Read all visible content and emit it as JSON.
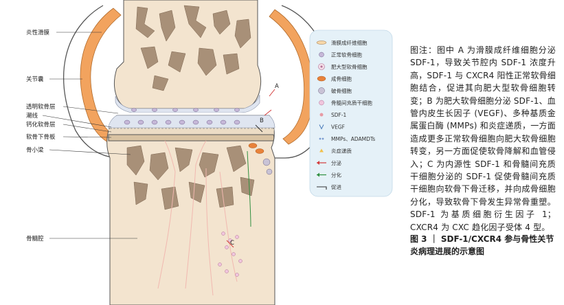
{
  "labels": {
    "synovium": "炎性滑膜",
    "capsule": "关节囊",
    "hyaline": "透明软骨层",
    "tidemark": "潮线",
    "calcified": "钙化软骨层",
    "subchondral": "软骨下骨板",
    "trabecular": "骨小梁",
    "marrow": "骨髓腔"
  },
  "markers": {
    "a": "A",
    "b": "B",
    "c": "C"
  },
  "legend": [
    {
      "label": "滑膜成纤维细胞",
      "icon": "fibroblast-icon"
    },
    {
      "label": "正常软骨细胞",
      "icon": "chondrocyte-icon"
    },
    {
      "label": "肥大型软骨细胞",
      "icon": "hypertrophic-chondrocyte-icon"
    },
    {
      "label": "成骨细胞",
      "icon": "osteoblast-icon"
    },
    {
      "label": "破骨细胞",
      "icon": "osteoclast-icon"
    },
    {
      "label": "骨髓间充质干细胞",
      "icon": "mesenchymal-stem-cell-icon"
    },
    {
      "label": "SDF-1",
      "icon": "sdf1-icon"
    },
    {
      "label": "VEGF",
      "icon": "vegf-icon"
    },
    {
      "label": "MMPs、ADAMDTs",
      "icon": "mmps-icon"
    },
    {
      "label": "炎症递质",
      "icon": "inflammatory-mediator-icon"
    },
    {
      "label": "分泌",
      "icon": "secretion-arrow-icon"
    },
    {
      "label": "分化",
      "icon": "differentiation-arrow-icon"
    },
    {
      "label": "促进",
      "icon": "promotion-arrow-icon"
    }
  ],
  "colors": {
    "bone": "#f3e4cf",
    "trabecula": "#a89078",
    "synovium": "#f2a35e",
    "cartilage": "#dfe5f0",
    "legend_bg": "#e5f1f8",
    "secretion": "#d33b3b",
    "differentiation": "#2f8f3f",
    "promotion": "#333333"
  },
  "caption": "图注：图中 A 为滑膜成纤维细胞分泌 SDF-1，导致关节腔内 SDF-1 浓度升高，SDF-1 与 CXCR4 阳性正常软骨细胞结合，促进其向肥大型软骨细胞转变；B 为肥大软骨细胞分泌 SDF-1、血管内皮生长因子 (VEGF)、多种基质金属蛋白酶 (MMPs) 和炎症递质，一方面造成更多正常软骨细胞向肥大软骨细胞转变，另一方面促使软骨降解和血管侵入；C 为内源性 SDF-1 和骨髓间充质干细胞分泌的 SDF-1 促使骨髓间充质干细胞向软骨下骨迁移，并向成骨细胞分化，导致软骨下骨发生异常骨重塑。SDF-1 为基质细胞衍生因子 1；CXCR4 为 CXC 趋化因子受体 4 型。",
  "figure_title": "图 3 ｜ SDF-1/CXCR4 参与骨性关节炎病理进展的示意图"
}
